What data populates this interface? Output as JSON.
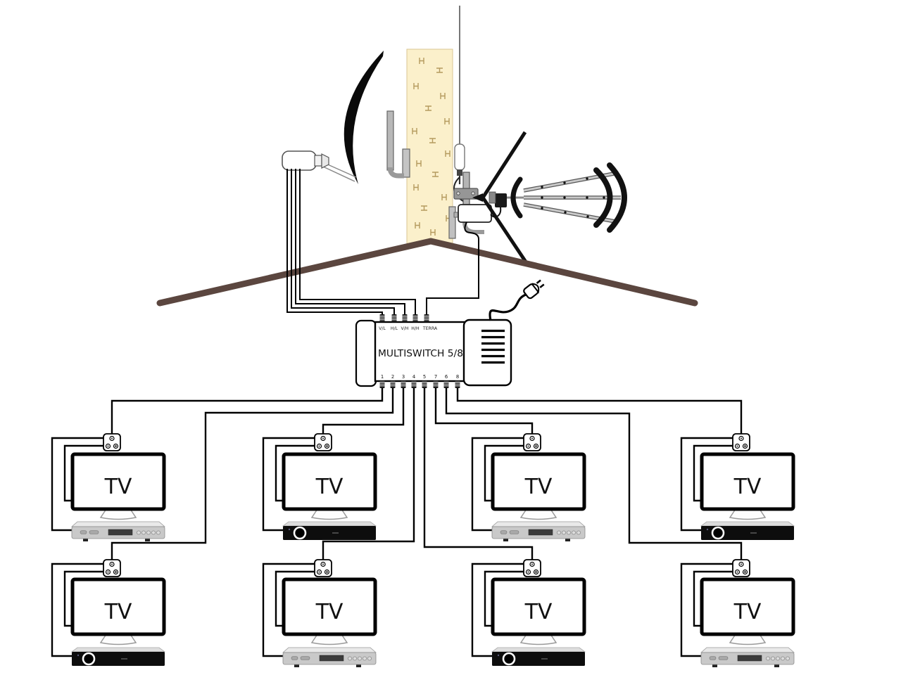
{
  "multiswitch": {
    "label": "MULTISWITCH 5/8",
    "input_labels": [
      "V/L",
      "H/L",
      "V/H",
      "H/H",
      "TERRA"
    ],
    "output_labels": [
      "1",
      "2",
      "3",
      "4",
      "5",
      "7",
      "6",
      "8"
    ]
  },
  "tv_groups": [
    {
      "tv_label": "TV",
      "receiver_style": "silver"
    },
    {
      "tv_label": "TV",
      "receiver_style": "black"
    },
    {
      "tv_label": "TV",
      "receiver_style": "silver"
    },
    {
      "tv_label": "TV",
      "receiver_style": "black"
    },
    {
      "tv_label": "TV",
      "receiver_style": "black"
    },
    {
      "tv_label": "TV",
      "receiver_style": "silver"
    },
    {
      "tv_label": "TV",
      "receiver_style": "black"
    },
    {
      "tv_label": "TV",
      "receiver_style": "silver"
    }
  ],
  "colors": {
    "roof": "#5b463f",
    "chimney": "#fbf0cb",
    "brick": "#b49a5e",
    "cable": "#000000",
    "receiver_silver": "#c9c9c9",
    "receiver_black": "#0d0d0d"
  }
}
